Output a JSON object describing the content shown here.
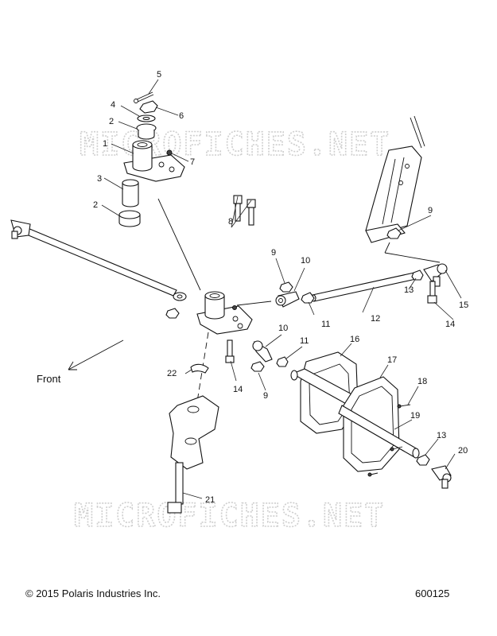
{
  "watermarks": [
    "MICROFICHES.NET",
    "MICROFICHES.NET"
  ],
  "direction_label": "Front",
  "footer": {
    "copyright": "© 2015 Polaris Industries Inc.",
    "drawing_number": "600125"
  },
  "callouts": [
    "5",
    "4",
    "6",
    "2",
    "1",
    "7",
    "3",
    "2",
    "8",
    "9",
    "10",
    "9",
    "15",
    "12",
    "11",
    "13",
    "14",
    "10",
    "11",
    "16",
    "17",
    "18",
    "19",
    "22",
    "14",
    "9",
    "13",
    "20",
    "21"
  ]
}
